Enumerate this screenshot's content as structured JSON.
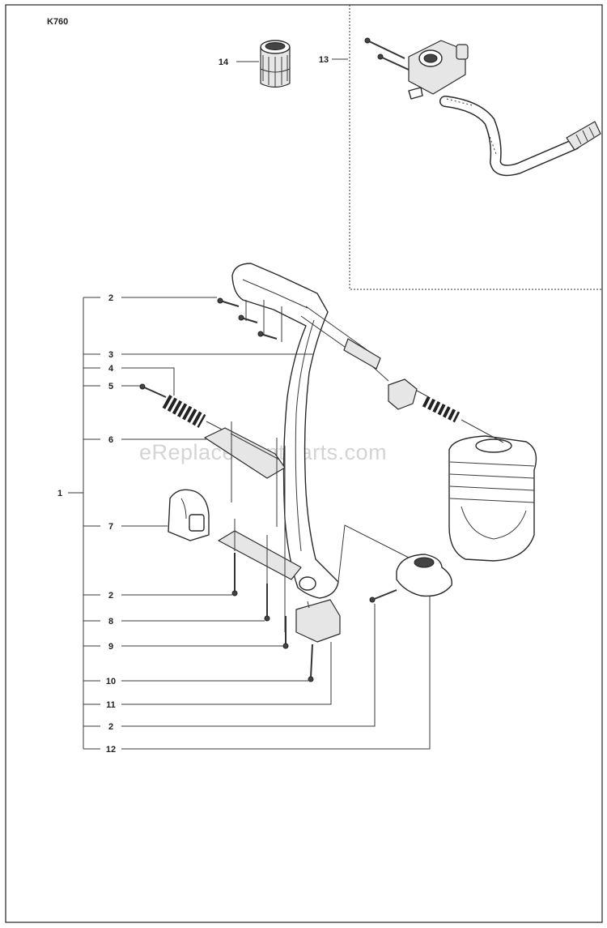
{
  "model": "K760",
  "watermark": "eReplacementParts.com",
  "callouts": [
    {
      "key": "14",
      "label": "14"
    },
    {
      "key": "13",
      "label": "13"
    },
    {
      "key": "2a",
      "label": "2"
    },
    {
      "key": "3",
      "label": "3"
    },
    {
      "key": "4",
      "label": "4"
    },
    {
      "key": "5",
      "label": "5"
    },
    {
      "key": "6",
      "label": "6"
    },
    {
      "key": "1",
      "label": "1"
    },
    {
      "key": "7",
      "label": "7"
    },
    {
      "key": "2b",
      "label": "2"
    },
    {
      "key": "8",
      "label": "8"
    },
    {
      "key": "9",
      "label": "9"
    },
    {
      "key": "10",
      "label": "10"
    },
    {
      "key": "11",
      "label": "11"
    },
    {
      "key": "2c",
      "label": "2"
    },
    {
      "key": "12",
      "label": "12"
    }
  ]
}
